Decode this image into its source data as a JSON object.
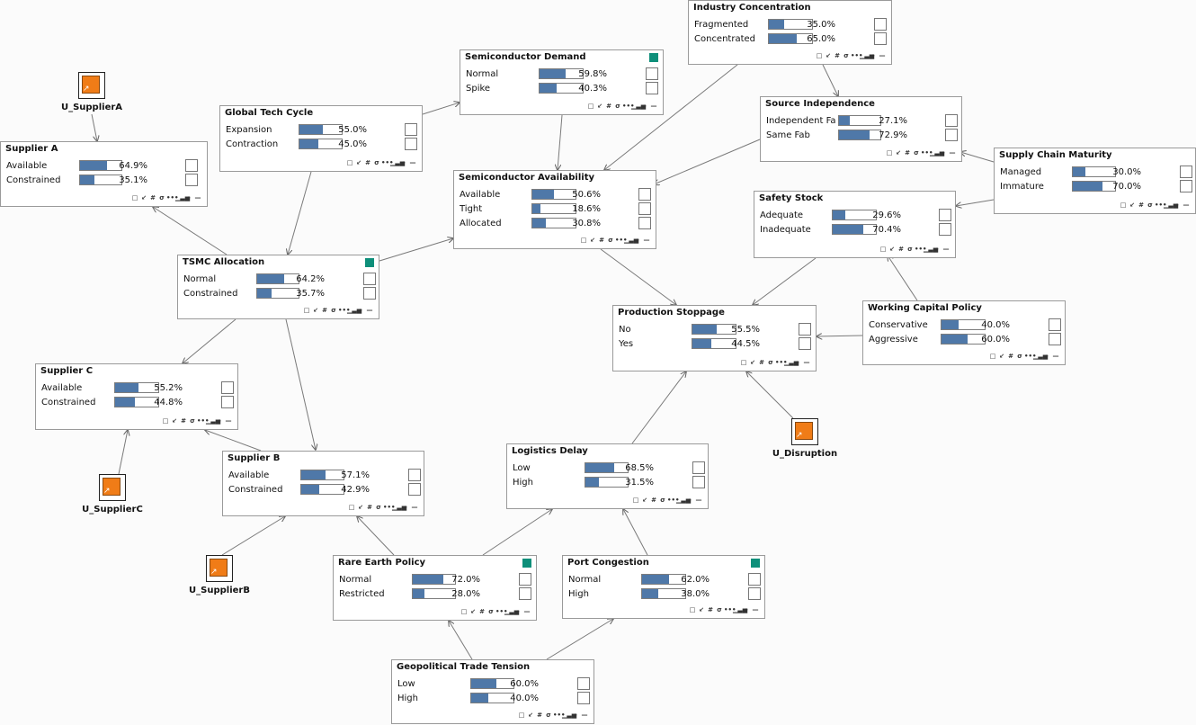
{
  "colors": {
    "bar_fill": "#4f78a8",
    "flag": "#0e8f7a",
    "utility": "#f07c17"
  },
  "toolbar_icons": [
    "square-icon",
    "arrow-icon",
    "hash-icon",
    "sigma-icon",
    "ellipsis-icon",
    "histogram-icon",
    "magnifier-icon",
    "minimize-icon"
  ],
  "nodes": [
    {
      "id": "industry",
      "title": "Industry Concentration",
      "flag": false,
      "states": [
        {
          "name": "Fragmented",
          "value": "35.0%",
          "p": 0.35
        },
        {
          "name": "Concentrated",
          "value": "65.0%",
          "p": 0.65
        }
      ]
    },
    {
      "id": "semi_demand",
      "title": "Semiconductor Demand",
      "flag": true,
      "states": [
        {
          "name": "Normal",
          "value": "59.8%",
          "p": 0.598
        },
        {
          "name": "Spike",
          "value": "40.3%",
          "p": 0.403
        }
      ]
    },
    {
      "id": "source_indep",
      "title": "Source Independence",
      "flag": false,
      "states": [
        {
          "name": "Independent Fab",
          "value": "27.1%",
          "p": 0.271
        },
        {
          "name": "Same Fab",
          "value": "72.9%",
          "p": 0.729
        }
      ]
    },
    {
      "id": "global_tech",
      "title": "Global Tech Cycle",
      "flag": false,
      "states": [
        {
          "name": "Expansion",
          "value": "55.0%",
          "p": 0.55
        },
        {
          "name": "Contraction",
          "value": "45.0%",
          "p": 0.45
        }
      ]
    },
    {
      "id": "supplier_a",
      "title": "Supplier A",
      "flag": false,
      "states": [
        {
          "name": "Available",
          "value": "64.9%",
          "p": 0.649
        },
        {
          "name": "Constrained",
          "value": "35.1%",
          "p": 0.351
        }
      ]
    },
    {
      "id": "supply_chain",
      "title": "Supply Chain Maturity",
      "flag": false,
      "states": [
        {
          "name": "Managed",
          "value": "30.0%",
          "p": 0.3
        },
        {
          "name": "Immature",
          "value": "70.0%",
          "p": 0.7
        }
      ]
    },
    {
      "id": "semi_avail",
      "title": "Semiconductor Availability",
      "flag": false,
      "states": [
        {
          "name": "Available",
          "value": "50.6%",
          "p": 0.506
        },
        {
          "name": "Tight",
          "value": "18.6%",
          "p": 0.186
        },
        {
          "name": "Allocated",
          "value": "30.8%",
          "p": 0.308
        }
      ]
    },
    {
      "id": "safety_stock",
      "title": "Safety Stock",
      "flag": false,
      "states": [
        {
          "name": "Adequate",
          "value": "29.6%",
          "p": 0.296
        },
        {
          "name": "Inadequate",
          "value": "70.4%",
          "p": 0.704
        }
      ]
    },
    {
      "id": "tsmc",
      "title": "TSMC Allocation",
      "flag": true,
      "states": [
        {
          "name": "Normal",
          "value": "64.2%",
          "p": 0.642
        },
        {
          "name": "Constrained",
          "value": "35.7%",
          "p": 0.357
        }
      ]
    },
    {
      "id": "working_cap",
      "title": "Working Capital Policy",
      "flag": false,
      "states": [
        {
          "name": "Conservative",
          "value": "40.0%",
          "p": 0.4
        },
        {
          "name": "Aggressive",
          "value": "60.0%",
          "p": 0.6
        }
      ]
    },
    {
      "id": "prod_stop",
      "title": "Production Stoppage",
      "flag": false,
      "states": [
        {
          "name": "No",
          "value": "55.5%",
          "p": 0.555
        },
        {
          "name": "Yes",
          "value": "44.5%",
          "p": 0.445
        }
      ]
    },
    {
      "id": "supplier_c",
      "title": "Supplier C",
      "flag": false,
      "states": [
        {
          "name": "Available",
          "value": "55.2%",
          "p": 0.552
        },
        {
          "name": "Constrained",
          "value": "44.8%",
          "p": 0.448
        }
      ]
    },
    {
      "id": "supplier_b",
      "title": "Supplier B",
      "flag": false,
      "states": [
        {
          "name": "Available",
          "value": "57.1%",
          "p": 0.571
        },
        {
          "name": "Constrained",
          "value": "42.9%",
          "p": 0.429
        }
      ]
    },
    {
      "id": "logistics",
      "title": "Logistics Delay",
      "flag": false,
      "states": [
        {
          "name": "Low",
          "value": "68.5%",
          "p": 0.685
        },
        {
          "name": "High",
          "value": "31.5%",
          "p": 0.315
        }
      ]
    },
    {
      "id": "rare_earth",
      "title": "Rare Earth Policy",
      "flag": true,
      "states": [
        {
          "name": "Normal",
          "value": "72.0%",
          "p": 0.72
        },
        {
          "name": "Restricted",
          "value": "28.0%",
          "p": 0.28
        }
      ]
    },
    {
      "id": "port",
      "title": "Port Congestion",
      "flag": true,
      "states": [
        {
          "name": "Normal",
          "value": "62.0%",
          "p": 0.62
        },
        {
          "name": "High",
          "value": "38.0%",
          "p": 0.38
        }
      ]
    },
    {
      "id": "geo",
      "title": "Geopolitical Trade Tension",
      "flag": false,
      "states": [
        {
          "name": "Low",
          "value": "60.0%",
          "p": 0.6
        },
        {
          "name": "High",
          "value": "40.0%",
          "p": 0.4
        }
      ]
    }
  ],
  "utilities": [
    {
      "id": "u_a",
      "label": "U_SupplierA"
    },
    {
      "id": "u_c",
      "label": "U_SupplierC"
    },
    {
      "id": "u_b",
      "label": "U_SupplierB"
    },
    {
      "id": "u_dis",
      "label": "U_Disruption"
    }
  ]
}
